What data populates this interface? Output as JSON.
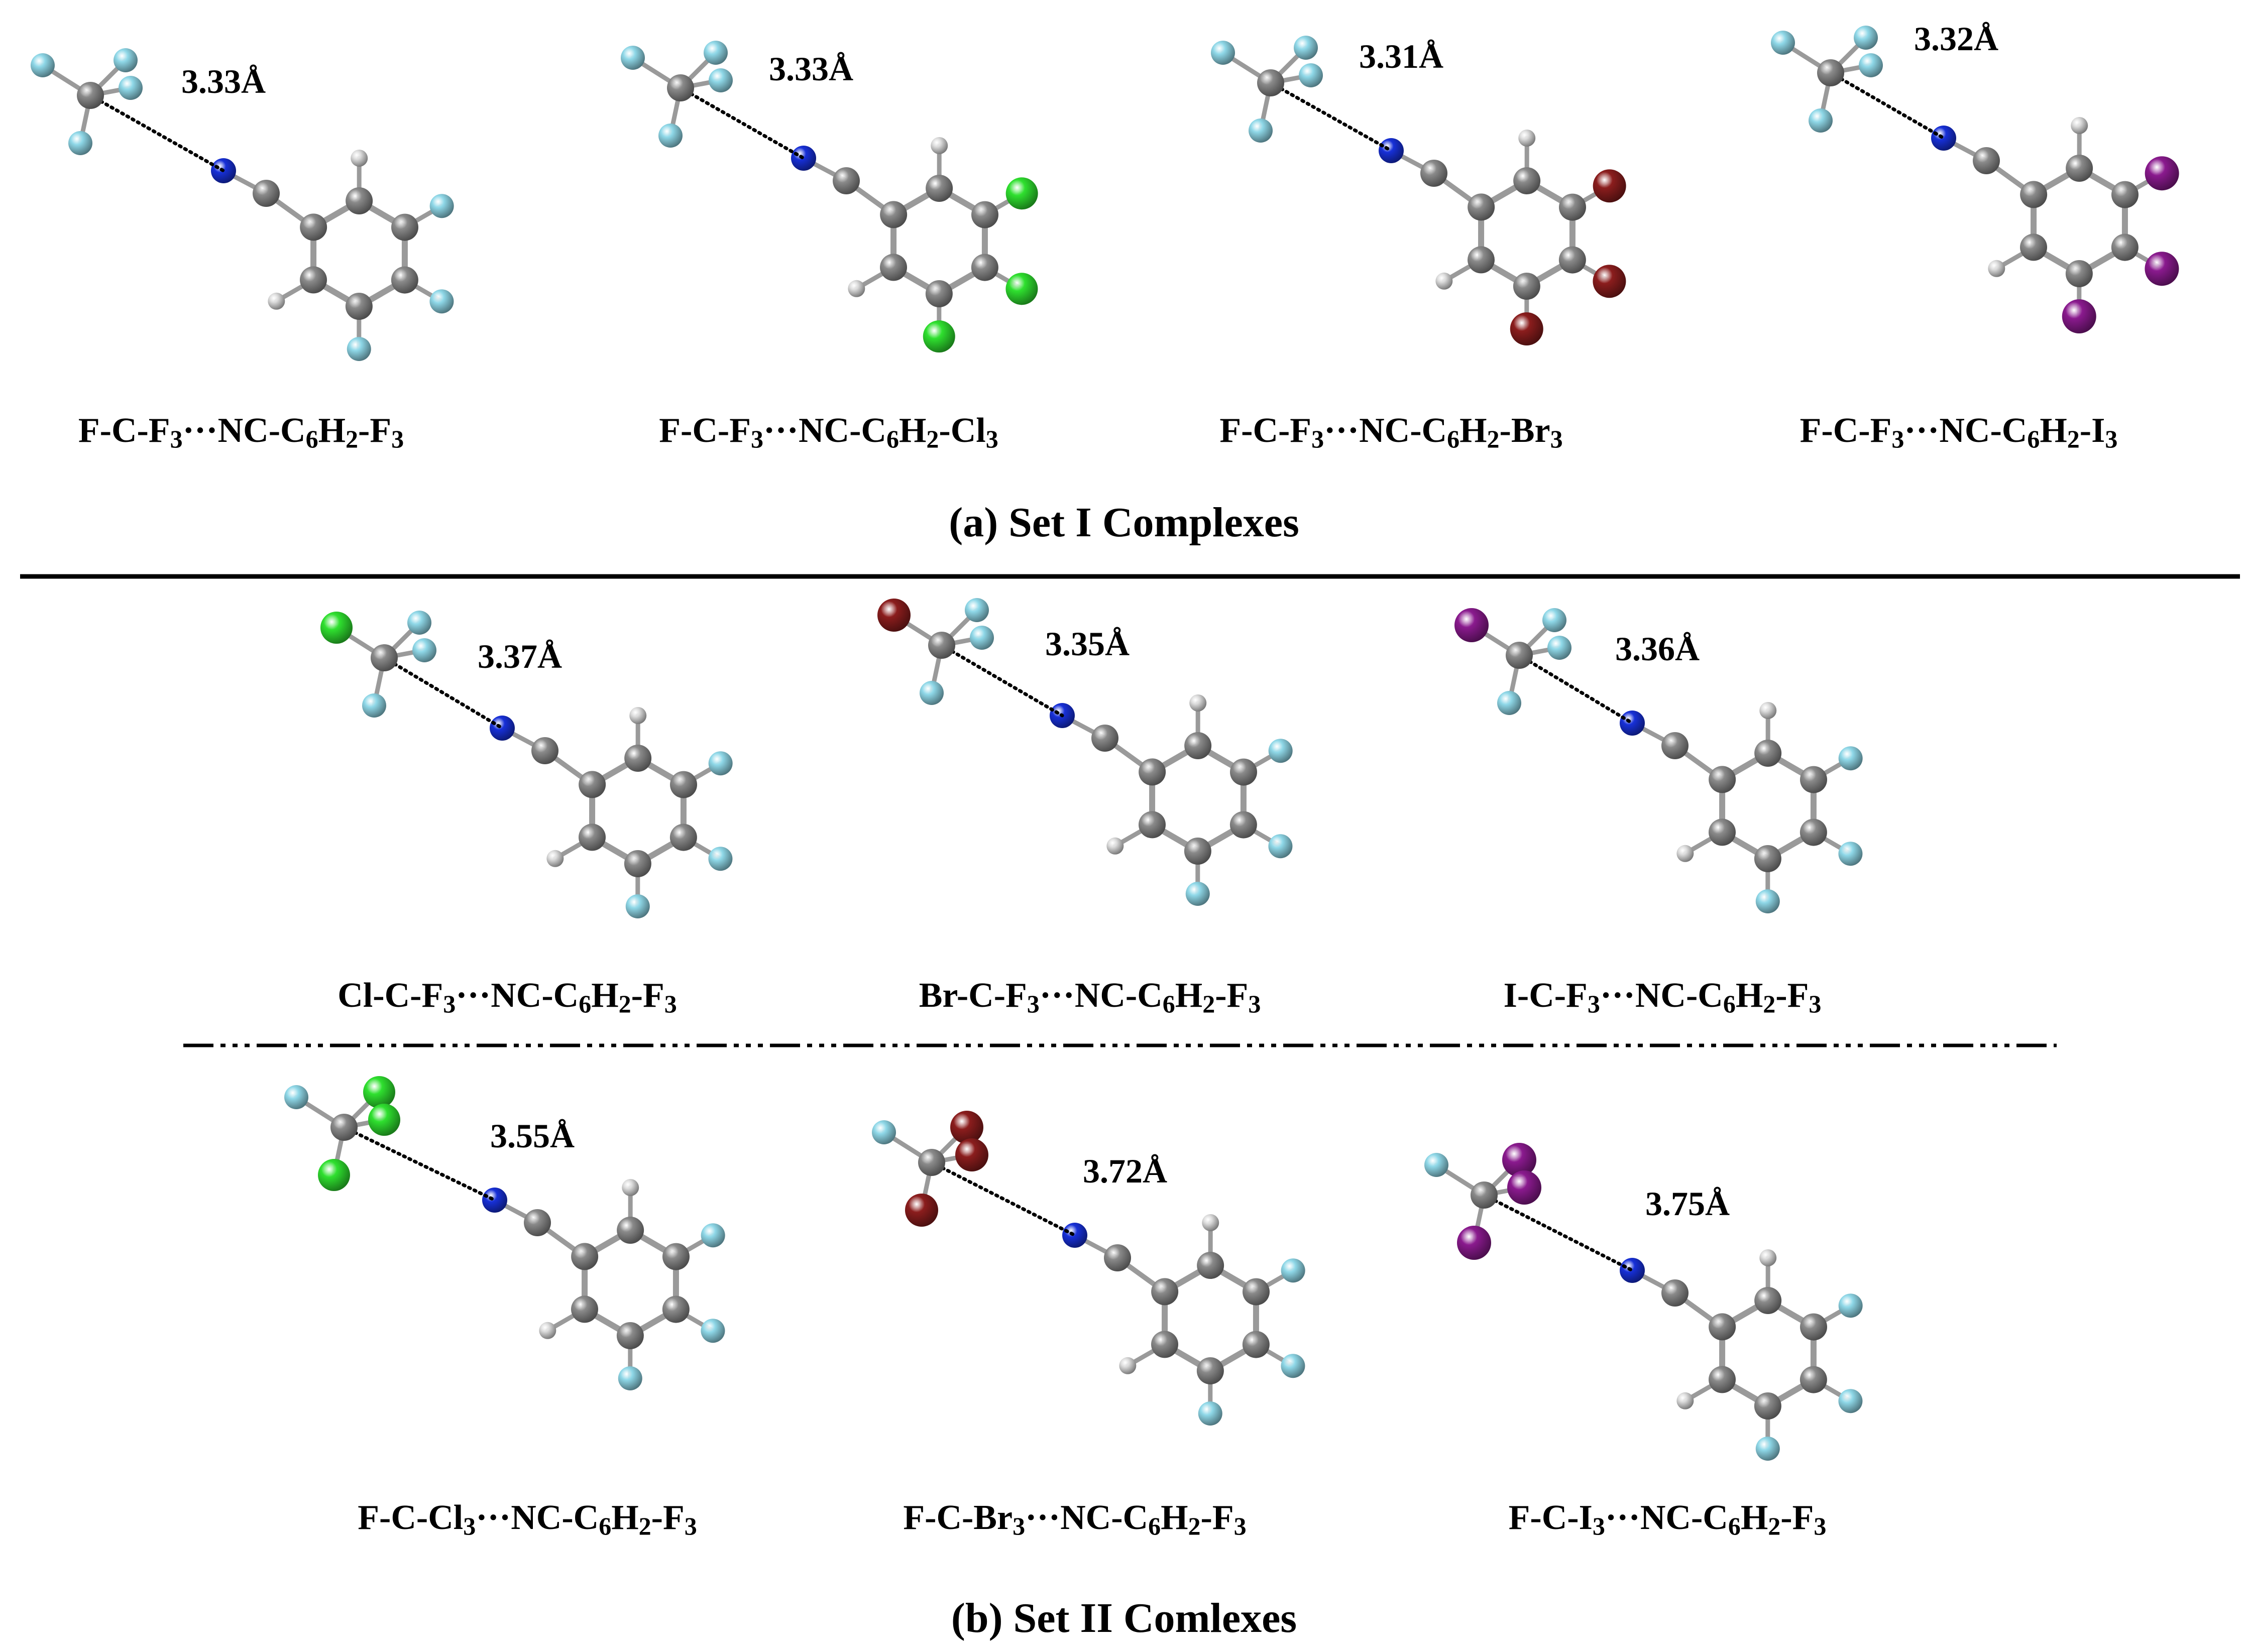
{
  "figure": {
    "colors": {
      "F": "#8fd8e8",
      "C": "#8a8a8a",
      "H": "#dcdcdc",
      "N": "#1730d8",
      "Cl": "#2fe02f",
      "Br": "#8b1d1d",
      "I": "#8a1a8e",
      "contact": "#000000"
    },
    "sections": [
      {
        "caption": "(a) Set I Complexes"
      },
      {
        "caption": "(b) Set II Comlexes"
      }
    ],
    "complexes": [
      {
        "id": "a1",
        "distance": "3.33Å",
        "donor": "F",
        "donor_sub": "F",
        "ring_sub": "F",
        "label": {
          "pre": "F-C-F",
          "s1": "3",
          "mid": "···NC-C",
          "s2": "6",
          "m2": "H",
          "s3": "2",
          "m3": "-F",
          "s4": "3"
        }
      },
      {
        "id": "a2",
        "distance": "3.33Å",
        "donor": "F",
        "donor_sub": "F",
        "ring_sub": "Cl",
        "label": {
          "pre": "F-C-F",
          "s1": "3",
          "mid": "···NC-C",
          "s2": "6",
          "m2": "H",
          "s3": "2",
          "m3": "-Cl",
          "s4": "3"
        }
      },
      {
        "id": "a3",
        "distance": "3.31Å",
        "donor": "F",
        "donor_sub": "F",
        "ring_sub": "Br",
        "label": {
          "pre": "F-C-F",
          "s1": "3",
          "mid": "···NC-C",
          "s2": "6",
          "m2": "H",
          "s3": "2",
          "m3": "-Br",
          "s4": "3"
        }
      },
      {
        "id": "a4",
        "distance": "3.32Å",
        "donor": "F",
        "donor_sub": "F",
        "ring_sub": "I",
        "label": {
          "pre": "F-C-F",
          "s1": "3",
          "mid": "···NC-C",
          "s2": "6",
          "m2": "H",
          "s3": "2",
          "m3": "-I",
          "s4": "3"
        }
      },
      {
        "id": "b1",
        "distance": "3.37Å",
        "donor": "Cl",
        "donor_sub": "F",
        "ring_sub": "F",
        "label": {
          "pre": "Cl-C-F",
          "s1": "3",
          "mid": "···NC-C",
          "s2": "6",
          "m2": "H",
          "s3": "2",
          "m3": "-F",
          "s4": "3"
        }
      },
      {
        "id": "b2",
        "distance": "3.35Å",
        "donor": "Br",
        "donor_sub": "F",
        "ring_sub": "F",
        "label": {
          "pre": "Br-C-F",
          "s1": "3",
          "mid": "···NC-C",
          "s2": "6",
          "m2": "H",
          "s3": "2",
          "m3": "-F",
          "s4": "3"
        }
      },
      {
        "id": "b3",
        "distance": "3.36Å",
        "donor": "I",
        "donor_sub": "F",
        "ring_sub": "F",
        "label": {
          "pre": "I-C-F",
          "s1": "3",
          "mid": "···NC-C",
          "s2": "6",
          "m2": "H",
          "s3": "2",
          "m3": "-F",
          "s4": "3"
        }
      },
      {
        "id": "b4",
        "distance": "3.55Å",
        "donor": "F",
        "donor_sub": "Cl",
        "ring_sub": "F",
        "label": {
          "pre": "F-C-Cl",
          "s1": "3",
          "mid": "···NC-C",
          "s2": "6",
          "m2": "H",
          "s3": "2",
          "m3": "-F",
          "s4": "3"
        }
      },
      {
        "id": "b5",
        "distance": "3.72Å",
        "donor": "F",
        "donor_sub": "Br",
        "ring_sub": "F",
        "label": {
          "pre": "F-C-Br",
          "s1": "3",
          "mid": "···NC-C",
          "s2": "6",
          "m2": "H",
          "s3": "2",
          "m3": "-F",
          "s4": "3"
        }
      },
      {
        "id": "b6",
        "distance": "3.75Å",
        "donor": "F",
        "donor_sub": "I",
        "ring_sub": "F",
        "label": {
          "pre": "F-C-I",
          "s1": "3",
          "mid": "···NC-C",
          "s2": "6",
          "m2": "H",
          "s3": "2",
          "m3": "-F",
          "s4": "3"
        }
      }
    ]
  }
}
